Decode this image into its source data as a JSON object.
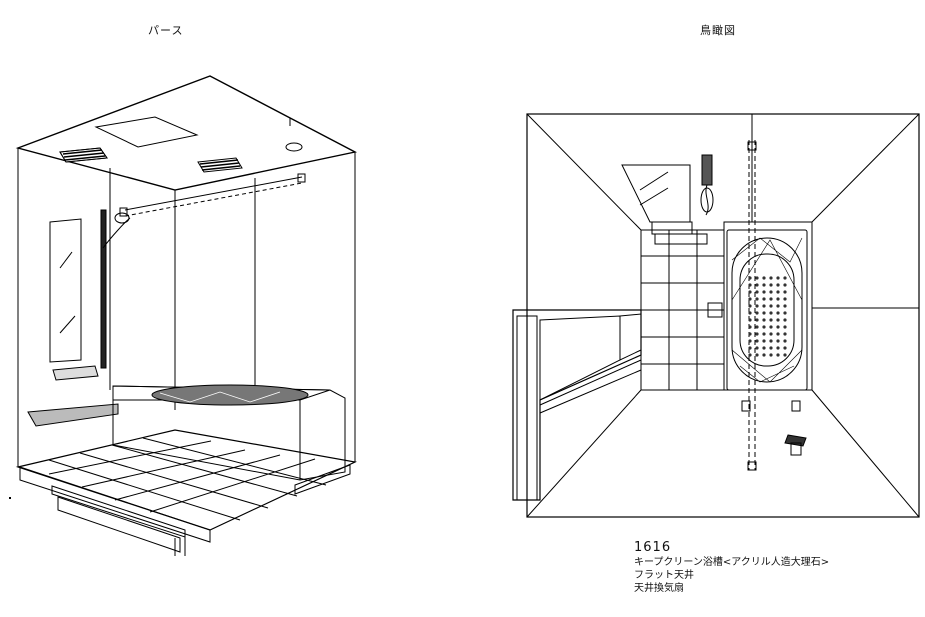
{
  "titles": {
    "perspective": "パース",
    "birdseye": "鳥瞰図"
  },
  "spec": {
    "model": "1616",
    "tub": "キープクリーン浴槽<アクリル人造大理石>",
    "ceiling": "フラット天井",
    "fan": "天井換気扇"
  },
  "colors": {
    "line": "#000000",
    "background": "#ffffff",
    "shade": "#888888"
  }
}
